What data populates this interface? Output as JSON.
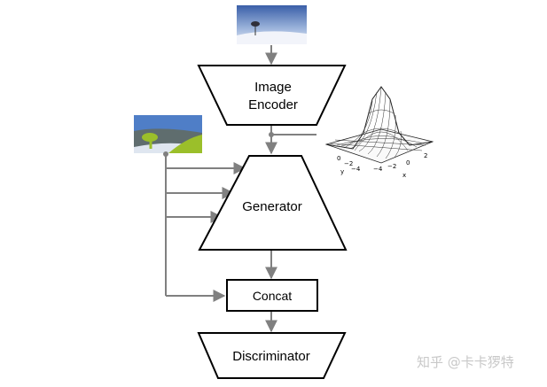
{
  "blocks": {
    "encoder": [
      "Image",
      "Encoder"
    ],
    "generator": "Generator",
    "concat": "Concat",
    "discriminator": "Discriminator"
  },
  "surface_plot": {
    "y_ticks": [
      "0",
      "−2",
      "−4"
    ],
    "x_ticks": [
      "−4",
      "−2",
      "0",
      "2"
    ],
    "y_label": "y",
    "x_label": "x"
  },
  "watermark": "知乎 @卡卡猡特",
  "colors": {
    "arrow": "#808080",
    "outline": "#000000",
    "sky": "#4f7ec7",
    "snow": "#dfe6f0",
    "grass": "#9bbf2a",
    "hill": "#6e7778"
  },
  "icons": [
    "photo-thumbnail-icon",
    "segmentation-map-icon",
    "gaussian-surface-icon"
  ]
}
